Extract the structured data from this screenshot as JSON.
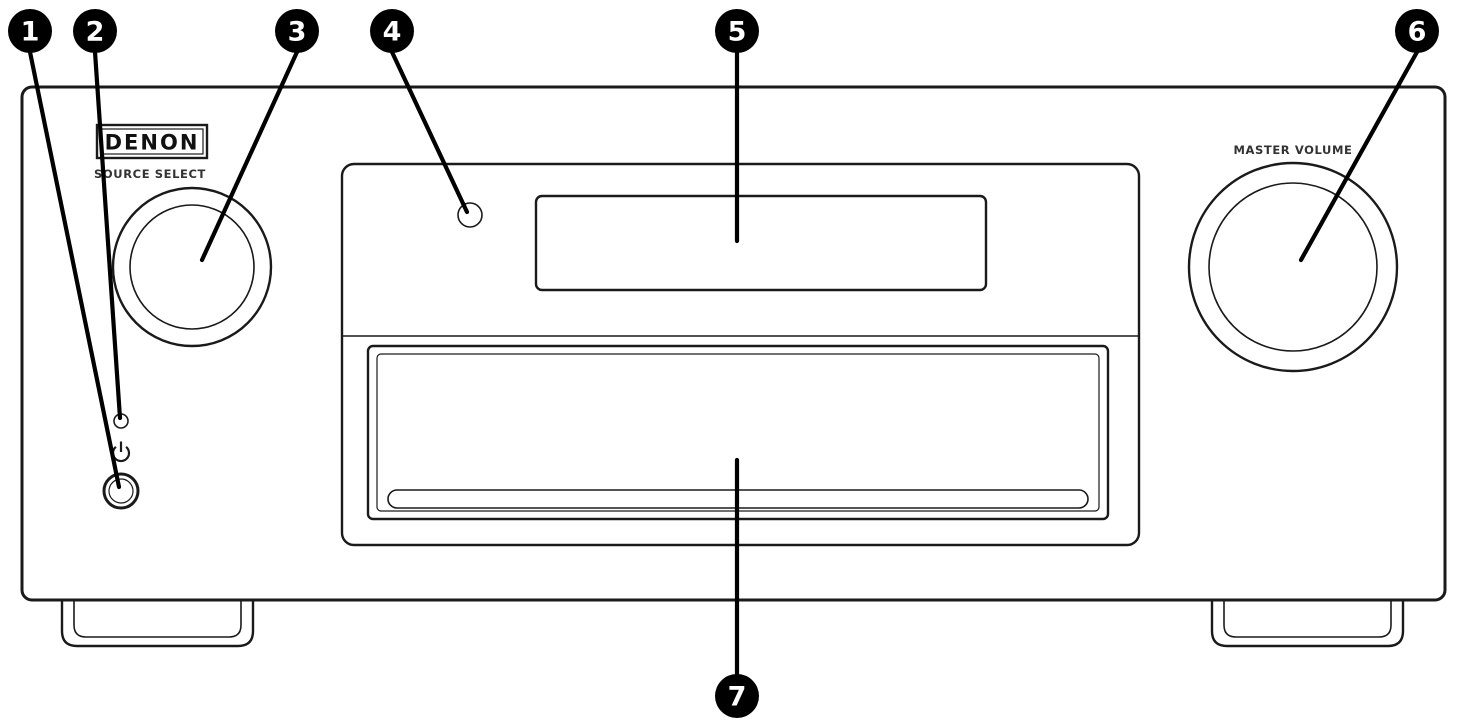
{
  "figure": {
    "brand": "DENON",
    "labels": {
      "source_select": "SOURCE SELECT",
      "master_volume": "MASTER VOLUME"
    },
    "icons": {
      "power": "standby-power-symbol"
    }
  },
  "callouts": [
    {
      "number": "1",
      "points_to": "power-button"
    },
    {
      "number": "2",
      "points_to": "power-indicator-led"
    },
    {
      "number": "3",
      "points_to": "source-select-knob"
    },
    {
      "number": "4",
      "points_to": "remote-control-sensor"
    },
    {
      "number": "5",
      "points_to": "display"
    },
    {
      "number": "6",
      "points_to": "master-volume-knob"
    },
    {
      "number": "7",
      "points_to": "front-door"
    }
  ],
  "colors": {
    "background": "#ffffff",
    "artwork_outline": "#1a1a1a",
    "callout_fill": "#000000",
    "callout_number": "#ffffff",
    "leader_line": "#000000"
  }
}
